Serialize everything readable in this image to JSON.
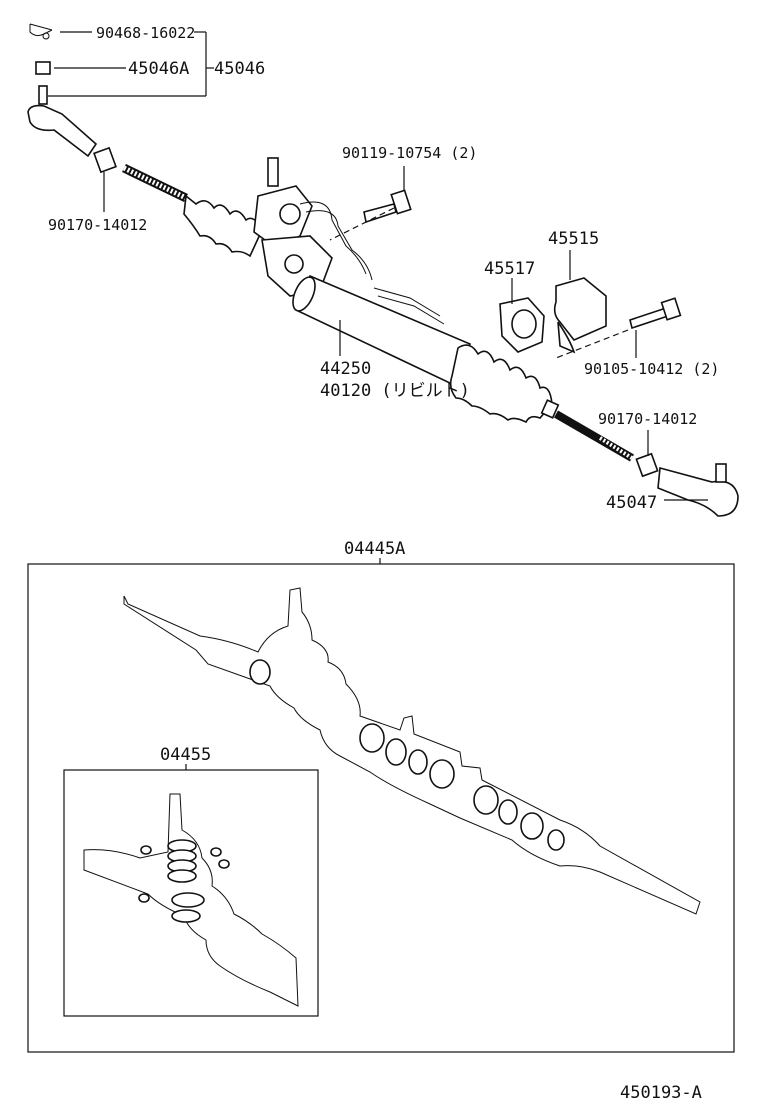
{
  "labels": {
    "clip": "90468-16022",
    "nut_a": "45046A",
    "tie_rod_end_left": "45046",
    "jam_nut_left": "90170-14012",
    "bolt_upper": "90119-10754 (2)",
    "bracket": "45515",
    "grommet": "45517",
    "bolt_bracket": "90105-10412 (2)",
    "gear_assy": "44250",
    "gear_rebuilt": "40120 (リビルト)",
    "jam_nut_right": "90170-14012",
    "tie_rod_end_right": "45047",
    "kit_main": "04445A",
    "kit_sub": "04455",
    "diagram_id": "450193-A"
  }
}
